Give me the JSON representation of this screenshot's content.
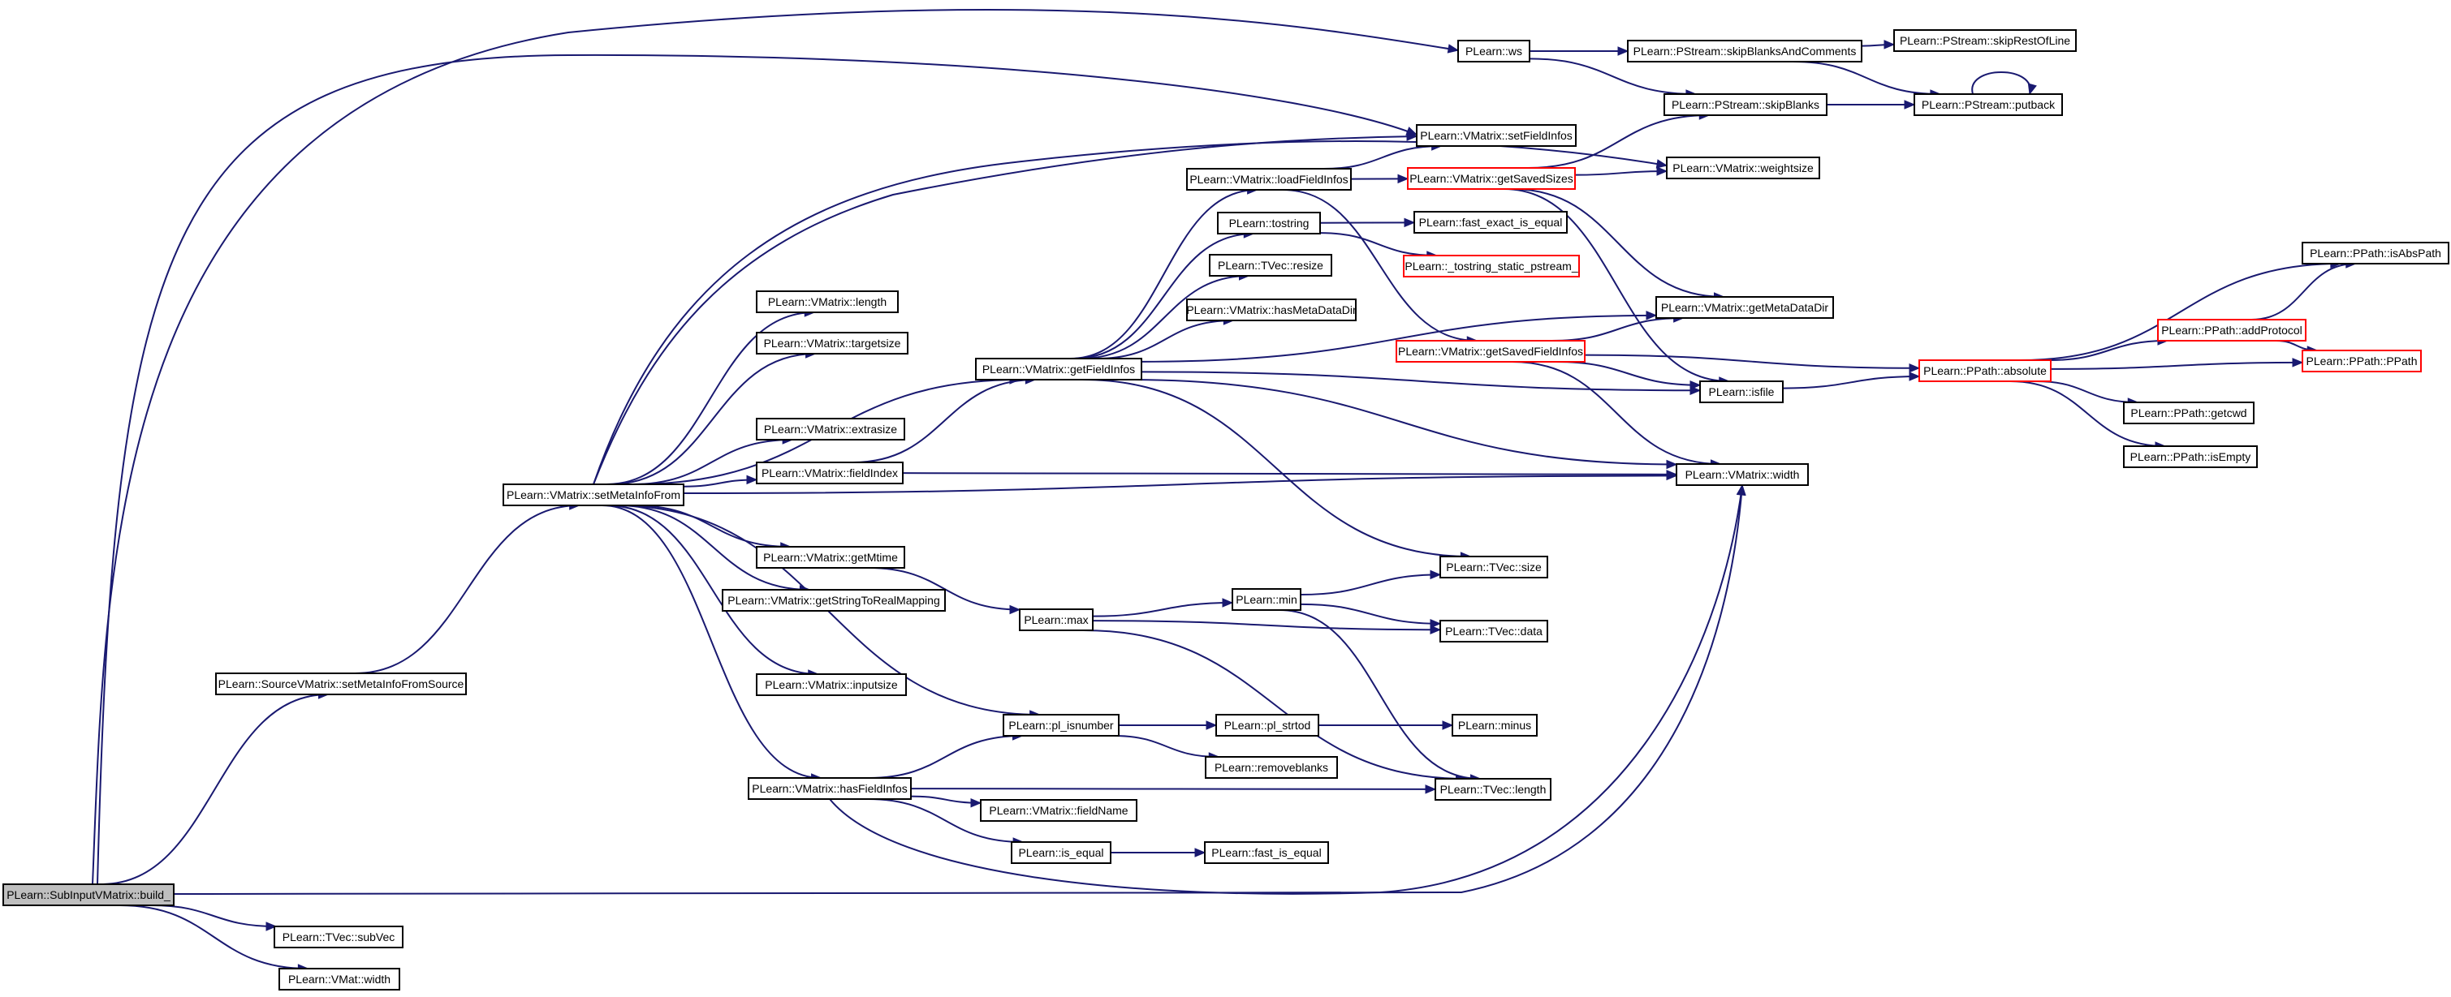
{
  "graph": {
    "colors": {
      "edge": "#191970",
      "node_border": "#000000",
      "truncated_border": "#ff0000",
      "root_fill": "#bfbfbf",
      "node_fill": "#ffffff"
    },
    "nodes": {
      "build": "PLearn::SubInputVMatrix::build_",
      "setMetaInfoFromSource": "PLearn::SourceVMatrix::setMetaInfoFromSource",
      "subVec": "PLearn::TVec::subVec",
      "vmatWidth": "PLearn::VMat::width",
      "setMetaInfoFrom": "PLearn::VMatrix::setMetaInfoFrom",
      "length": "PLearn::VMatrix::length",
      "targetsize": "PLearn::VMatrix::targetsize",
      "extrasize": "PLearn::VMatrix::extrasize",
      "fieldIndex": "PLearn::VMatrix::fieldIndex",
      "getMtime": "PLearn::VMatrix::getMtime",
      "getStringToRealMapping": "PLearn::VMatrix::getStringToRealMapping",
      "inputsize": "PLearn::VMatrix::inputsize",
      "hasFieldInfos": "PLearn::VMatrix::hasFieldInfos",
      "getFieldInfos": "PLearn::VMatrix::getFieldInfos",
      "loadFieldInfos": "PLearn::VMatrix::loadFieldInfos",
      "tostring": "PLearn::tostring",
      "tvecResize": "PLearn::TVec::resize",
      "hasMetaDataDir": "PLearn::VMatrix::hasMetaDataDir",
      "max": "PLearn::max",
      "plIsnumber": "PLearn::pl_isnumber",
      "removeblanks": "PLearn::removeblanks",
      "fieldName": "PLearn::VMatrix::fieldName",
      "isEqual": "PLearn::is_equal",
      "min": "PLearn::min",
      "plStrtod": "PLearn::pl_strtod",
      "fastIsEqual": "PLearn::fast_is_equal",
      "ws": "PLearn::ws",
      "setFieldInfos": "PLearn::VMatrix::setFieldInfos",
      "getSavedSizes": "PLearn::VMatrix::getSavedSizes",
      "fastExactIsEqual": "PLearn::fast_exact_is_equal",
      "tostringStatic": "PLearn::_tostring_static_pstream_",
      "getSavedFieldInfos": "PLearn::VMatrix::getSavedFieldInfos",
      "tvecSize": "PLearn::TVec::size",
      "tvecData": "PLearn::TVec::data",
      "minus": "PLearn::minus",
      "tvecLength": "PLearn::TVec::length",
      "skipBlanksAndComments": "PLearn::PStream::skipBlanksAndComments",
      "skipBlanks": "PLearn::PStream::skipBlanks",
      "weightsize": "PLearn::VMatrix::weightsize",
      "getMetaDataDir": "PLearn::VMatrix::getMetaDataDir",
      "isfile": "PLearn::isfile",
      "vmatrixWidth": "PLearn::VMatrix::width",
      "skipRestOfLine": "PLearn::PStream::skipRestOfLine",
      "putback": "PLearn::PStream::putback",
      "absolute": "PLearn::PPath::absolute",
      "addProtocol": "PLearn::PPath::addProtocol",
      "isAbsPath": "PLearn::PPath::isAbsPath",
      "ppath": "PLearn::PPath::PPath",
      "getcwd": "PLearn::PPath::getcwd",
      "isEmpty": "PLearn::PPath::isEmpty"
    }
  }
}
